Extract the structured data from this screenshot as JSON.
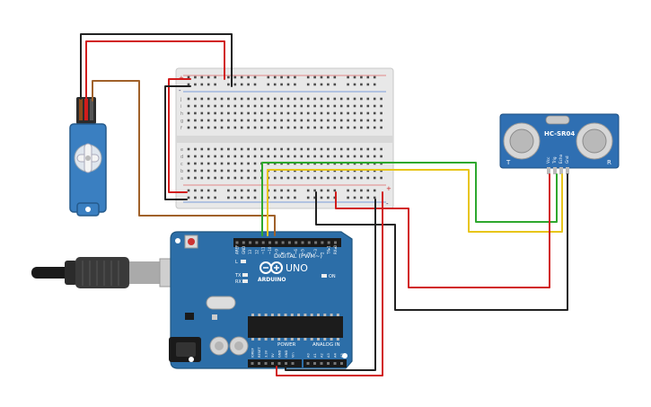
{
  "arduino": {
    "brand": "ARDUINO",
    "model": "UNO",
    "digital_label": "DIGITAL (PWM~)",
    "power_label": "POWER",
    "analog_label": "ANALOG IN",
    "led_labels": [
      "L",
      "TX",
      "RX",
      "ON"
    ],
    "digital_pins": [
      "AREF",
      "GND",
      "13",
      "12",
      "~11",
      "~10",
      "~9",
      "8",
      "7",
      "~6",
      "~5",
      "4",
      "~3",
      "2",
      "TX▸1",
      "RX◂0"
    ],
    "power_pins": [
      "IOREF",
      "RESET",
      "3.3V",
      "5V",
      "GND",
      "GND",
      "Vin"
    ],
    "analog_pins": [
      "A0",
      "A1",
      "A2",
      "A3",
      "A4",
      "A5"
    ]
  },
  "sensor": {
    "name": "HC-SR04",
    "pins": [
      "Vcc",
      "Trig",
      "Echo",
      "Gnd"
    ],
    "left_mark": "T",
    "right_mark": "R"
  },
  "breadboard": {
    "row_letters_top": [
      "j",
      "i",
      "h",
      "g",
      "f"
    ],
    "row_letters_bottom": [
      "e",
      "d",
      "c",
      "b",
      "a"
    ],
    "plus": "+",
    "minus": "-"
  },
  "colors": {
    "board": "#2c6ea8",
    "breadboard": "#e8e8e8",
    "servo": "#3a7fc1",
    "wire_red": "#d11c1c",
    "wire_black": "#222222",
    "wire_green": "#2ea82e",
    "wire_yellow": "#e8c51a",
    "wire_brown": "#a0612a"
  }
}
